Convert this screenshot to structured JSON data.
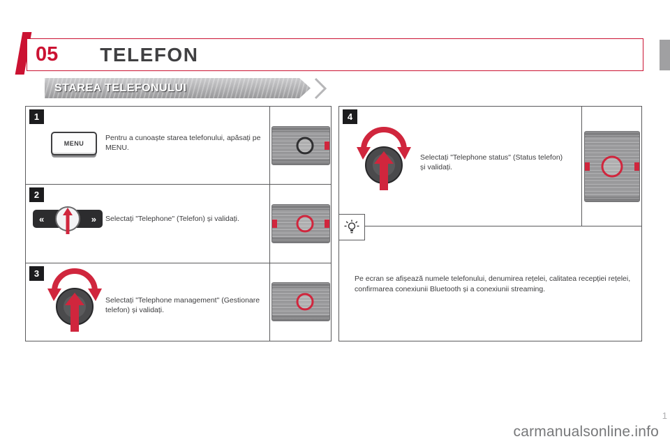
{
  "header": {
    "chapter": "05",
    "title": "TELEFON",
    "section": "STAREA TELEFONULUI"
  },
  "steps": [
    {
      "number": "1",
      "illustration": "menu-button",
      "button_label": "MENU",
      "text": "Pentru a cunoaște starea telefonului, apăsați pe MENU."
    },
    {
      "number": "2",
      "illustration": "arrow-rocker",
      "text": "Selectați \"Telephone\" (Telefon) și validați."
    },
    {
      "number": "3",
      "illustration": "rotary-knob",
      "text": "Selectați \"Telephone management\" (Gestionare telefon) și validați."
    },
    {
      "number": "4",
      "illustration": "rotary-knob",
      "text": "Selectați \"Telephone status\" (Status telefon) și validați."
    }
  ],
  "rocker": {
    "left": "«",
    "right": "»"
  },
  "note": {
    "text": "Pe ecran se afișează numele telefonului, denumirea rețelei, calitatea recepției rețelei, confirmarea conexiunii Bluetooth și a conexiunii streaming."
  },
  "footer": {
    "watermark": "carmanualsonline.info",
    "page_number": "1"
  },
  "icons": {
    "tip": "light-bulb",
    "rotate": "rotation-arc-arrows",
    "press": "red-up-arrow"
  },
  "colors": {
    "accent_red": "#cb1232",
    "illustration_red": "#d0263d",
    "dark_text": "#3c3c3e",
    "panel_border": "#5a5a5c",
    "thumb_grey": "#9a9a9c"
  }
}
